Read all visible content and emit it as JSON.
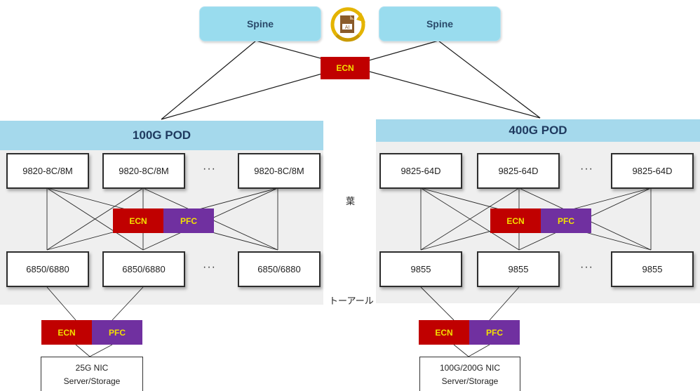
{
  "spines": {
    "left_label": "Spine",
    "right_label": "Spine"
  },
  "spine_badge": {
    "ecn_label": "ECN"
  },
  "ai_icon": {
    "name": "ai-file-refresh-icon",
    "text": "AI"
  },
  "pod_100g": {
    "title": "100G POD",
    "leaf_row": [
      "9820-8C/8M",
      "9820-8C/8M",
      "9820-8C/8M"
    ],
    "tor_row": [
      "6850/6880",
      "6850/6880",
      "6850/6880"
    ],
    "ellipsis": "···",
    "mid_badges": {
      "ecn": "ECN",
      "pfc": "PFC"
    },
    "bottom_badges": {
      "ecn": "ECN",
      "pfc": "PFC"
    },
    "nic": {
      "line1": "25G NIC",
      "line2": "Server/Storage"
    }
  },
  "pod_400g": {
    "title": "400G POD",
    "leaf_row": [
      "9825-64D",
      "9825-64D",
      "9825-64D"
    ],
    "tor_row": [
      "9855",
      "9855",
      "9855"
    ],
    "ellipsis": "···",
    "mid_badges": {
      "ecn": "ECN",
      "pfc": "PFC"
    },
    "bottom_badges": {
      "ecn": "ECN",
      "pfc": "PFC"
    },
    "nic": {
      "line1": "100G/200G NIC",
      "line2": "Server/Storage"
    }
  },
  "labels": {
    "leaf": "葉",
    "tor": "トーアール"
  },
  "colors": {
    "ecn": "#c00000",
    "pfc": "#7030a0",
    "badge_text": "#f3e000",
    "spine": "#99dcee",
    "pod_band": "#a5d9ec"
  }
}
